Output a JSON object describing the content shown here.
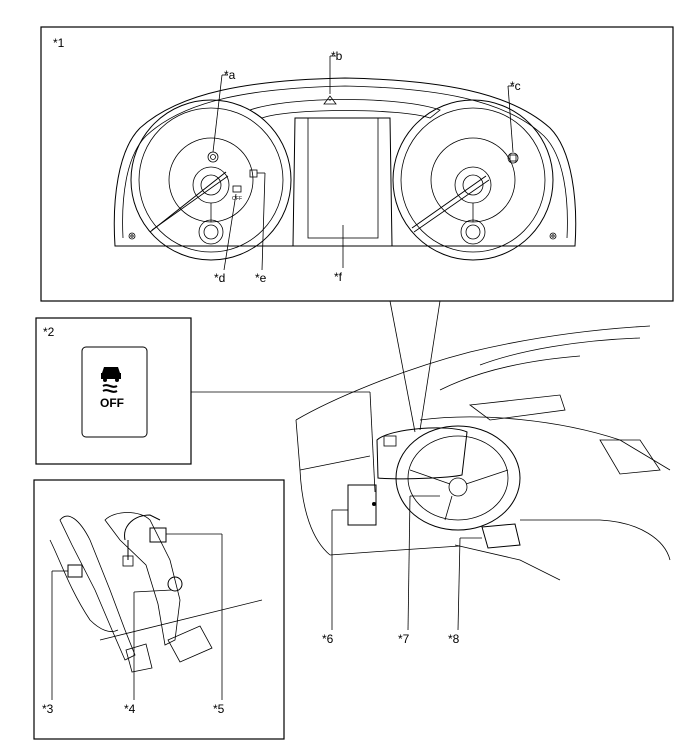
{
  "panels": {
    "cluster": {
      "label": "*1"
    },
    "switch": {
      "label": "*2",
      "icon_text": "OFF"
    },
    "pedals": {
      "label": ""
    }
  },
  "callouts": {
    "a": "*a",
    "b": "*b",
    "c": "*c",
    "d": "*d",
    "e": "*e",
    "f": "*f",
    "n3": "*3",
    "n4": "*4",
    "n5": "*5",
    "n6": "*6",
    "n7": "*7",
    "n8": "*8"
  },
  "icons": {
    "skid_off_indicator": "vsc-off-icon",
    "warning_triangle": "warning-triangle-icon",
    "brake_indicator": "brake-warning-icon"
  }
}
